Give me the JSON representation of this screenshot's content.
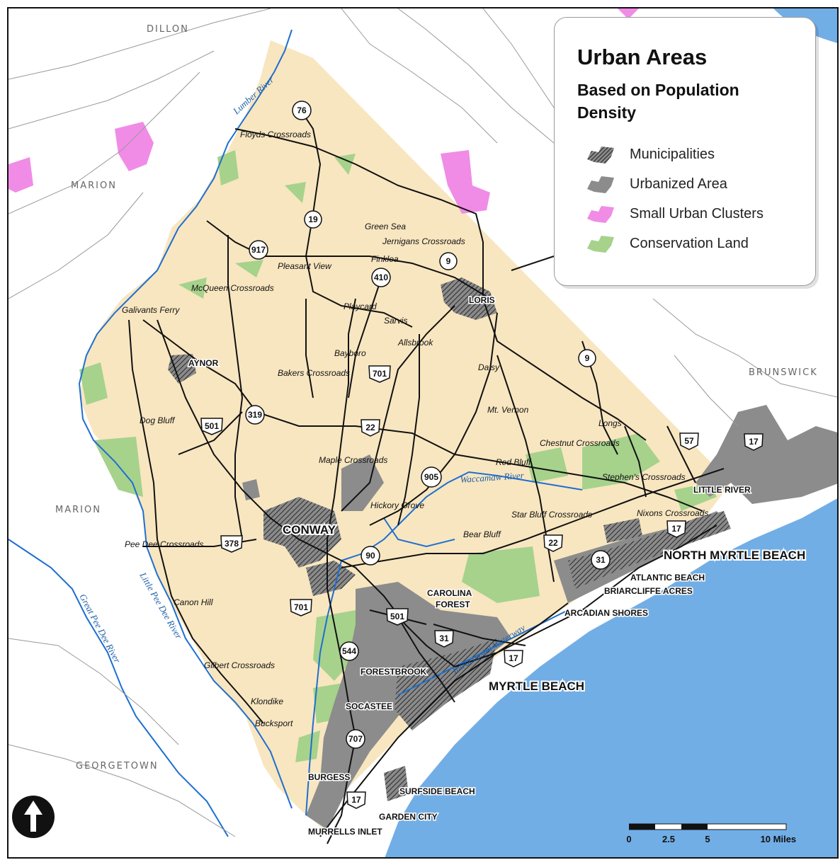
{
  "legend": {
    "title": "Urban Areas",
    "subtitle": "Based on Population Density",
    "items": [
      {
        "label": "Municipalities",
        "color": "#666666",
        "pattern": "hatched"
      },
      {
        "label": "Urbanized Area",
        "color": "#8c8c8c",
        "pattern": "solid"
      },
      {
        "label": "Small Urban Clusters",
        "color": "#f08ce6",
        "pattern": "solid"
      },
      {
        "label": "Conservation Land",
        "color": "#a6d28c",
        "pattern": "solid"
      }
    ]
  },
  "colors": {
    "county_fill": "#f8e6c0",
    "water": "#72aee6",
    "river": "#1e6fd0",
    "road": "#111111"
  },
  "counties": {
    "dillon": "DILLON",
    "marion_top": "MARION",
    "marion_bottom": "MARION",
    "brunswick": "BRUNSWICK",
    "georgetown": "GEORGETOWN"
  },
  "waters": {
    "lumber_river": "Lumber River",
    "waccamaw_river": "Waccamaw River",
    "little_pee_dee_river": "Little Pee Dee River",
    "great_pee_dee_river": "Great Pee Dee River",
    "intracoastal_waterway": "Intracoastal Waterway"
  },
  "places": {
    "floyds_crossroads": "Floyds Crossroads",
    "green_sea": "Green Sea",
    "jernigans_crossroads": "Jernigans Crossroads",
    "finklea": "Finklea",
    "pleasant_view": "Pleasant View",
    "mcqueen_crossroads": "McQueen Crossroads",
    "galivants_ferry": "Galivants Ferry",
    "playcard": "Playcard",
    "sarvis": "Sarvis",
    "allsbrook": "Allsbrook",
    "bayboro": "Bayboro",
    "bakers_crossroads": "Bakers Crossroads",
    "daisy": "Daisy",
    "mt_vernon": "Mt. Vernon",
    "longs": "Longs",
    "chestnut_crossroads": "Chestnut Crossroads",
    "dog_bluff": "Dog Bluff",
    "maple_crossroads": "Maple Crossroads",
    "red_bluff": "Red Bluff",
    "stephens_crossroads": "Stephen's Crossroads",
    "hickory_grove": "Hickory Grove",
    "star_bluff_crossroads": "Star Bluff Crossroads",
    "nixons_crossroads": "Nixons Crossroads",
    "bear_bluff": "Bear Bluff",
    "pee_dee_crossroads": "Pee Dee Crossroads",
    "canon_hill": "Canon Hill",
    "gilbert_crossroads": "Gilbert Crossroads",
    "klondike": "Klondike",
    "bucksport": "Bucksport"
  },
  "towns": {
    "loris": "LORIS",
    "aynor": "AYNOR",
    "conway": "CONWAY",
    "little_river": "LITTLE RIVER",
    "north_myrtle_beach": "NORTH MYRTLE BEACH",
    "atlantic_beach": "ATLANTIC BEACH",
    "briarcliffe_acres": "BRIARCLIFFE ACRES",
    "arcadian_shores": "ARCADIAN SHORES",
    "carolina_forest_1": "CAROLINA",
    "carolina_forest_2": "FOREST",
    "forestbrook": "FORESTBROOK",
    "myrtle_beach": "MYRTLE BEACH",
    "socastee": "SOCASTEE",
    "burgess": "BURGESS",
    "surfside_beach": "SURFSIDE BEACH",
    "garden_city": "GARDEN CITY",
    "murrells_inlet": "MURRELLS INLET"
  },
  "routes": {
    "r76": "76",
    "r19": "19",
    "r917": "917",
    "r9a": "9",
    "r410": "410",
    "r9b": "9",
    "r701a": "701",
    "r501a": "501",
    "r319": "319",
    "r22a": "22",
    "r57": "57",
    "r17a": "17",
    "r905": "905",
    "r378": "378",
    "r90": "90",
    "r22b": "22",
    "r17b": "17",
    "r31a": "31",
    "r501b": "501",
    "r701b": "701",
    "r31b": "31",
    "r544": "544",
    "r17c": "17",
    "r707": "707",
    "r17d": "17"
  },
  "scale": {
    "ticks": [
      "0",
      "2.5",
      "5",
      "10 Miles"
    ],
    "miles": [
      0,
      2.5,
      5,
      10
    ]
  },
  "north_arrow": {
    "icon": "north-arrow-icon"
  }
}
